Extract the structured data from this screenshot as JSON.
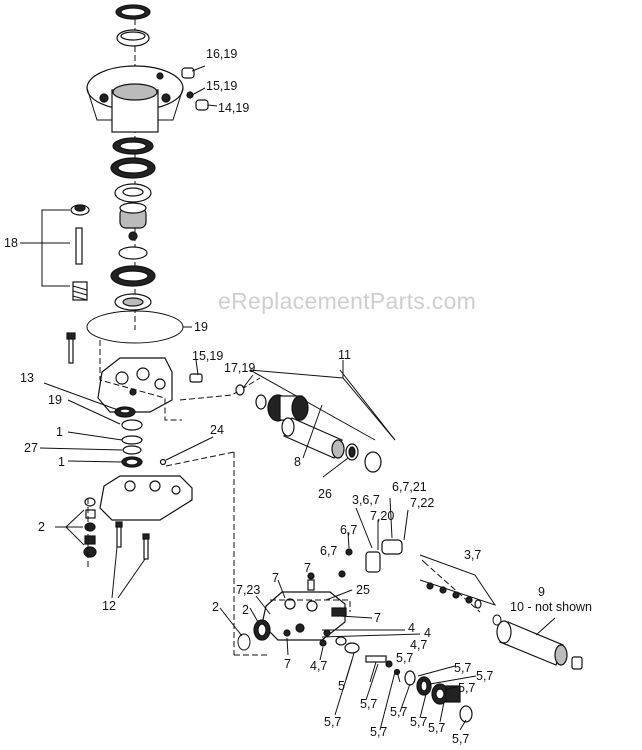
{
  "watermark": "eReplacementParts.com",
  "callouts": {
    "c_16_19": "16,19",
    "c_15_19_top": "15,19",
    "c_14_19": "14,19",
    "c_18": "18",
    "c_19_mid": "19",
    "c_15_19_mid": "15,19",
    "c_17_19": "17,19",
    "c_11": "11",
    "c_13": "13",
    "c_19_left": "19",
    "c_1_a": "1",
    "c_27": "27",
    "c_1_b": "1",
    "c_24": "24",
    "c_8": "8",
    "c_26": "26",
    "c_2_left": "2",
    "c_12": "12",
    "c_6_7_21": "6,7,21",
    "c_3_6_7": "3,6,7",
    "c_7_22": "7,22",
    "c_7_20": "7,20",
    "c_6_7_a": "6,7",
    "c_6_7_b": "6,7",
    "c_7_top": "7",
    "c_3_7": "3,7",
    "c_7_a": "7",
    "c_7_23": "7,23",
    "c_25": "25",
    "c_9": "9",
    "c_10": "10 - not shown",
    "c_2_b": "2",
    "c_2_c": "2",
    "c_7_b": "7",
    "c_4_a": "4",
    "c_4_b": "4",
    "c_4_7_a": "4,7",
    "c_7_c": "7",
    "c_4_7_b": "4,7",
    "c_5_7_a": "5,7",
    "c_5_7_b": "5,7",
    "c_5_7_c": "5,7",
    "c_5_7_d": "5,7",
    "c_5": "5",
    "c_5_7_e": "5,7",
    "c_5_7_f": "5,7",
    "c_5_7_g": "5,7",
    "c_5_7_h": "5,7",
    "c_5_7_i": "5,7",
    "c_5_7_j": "5,7",
    "c_5_7_k": "5,7"
  }
}
